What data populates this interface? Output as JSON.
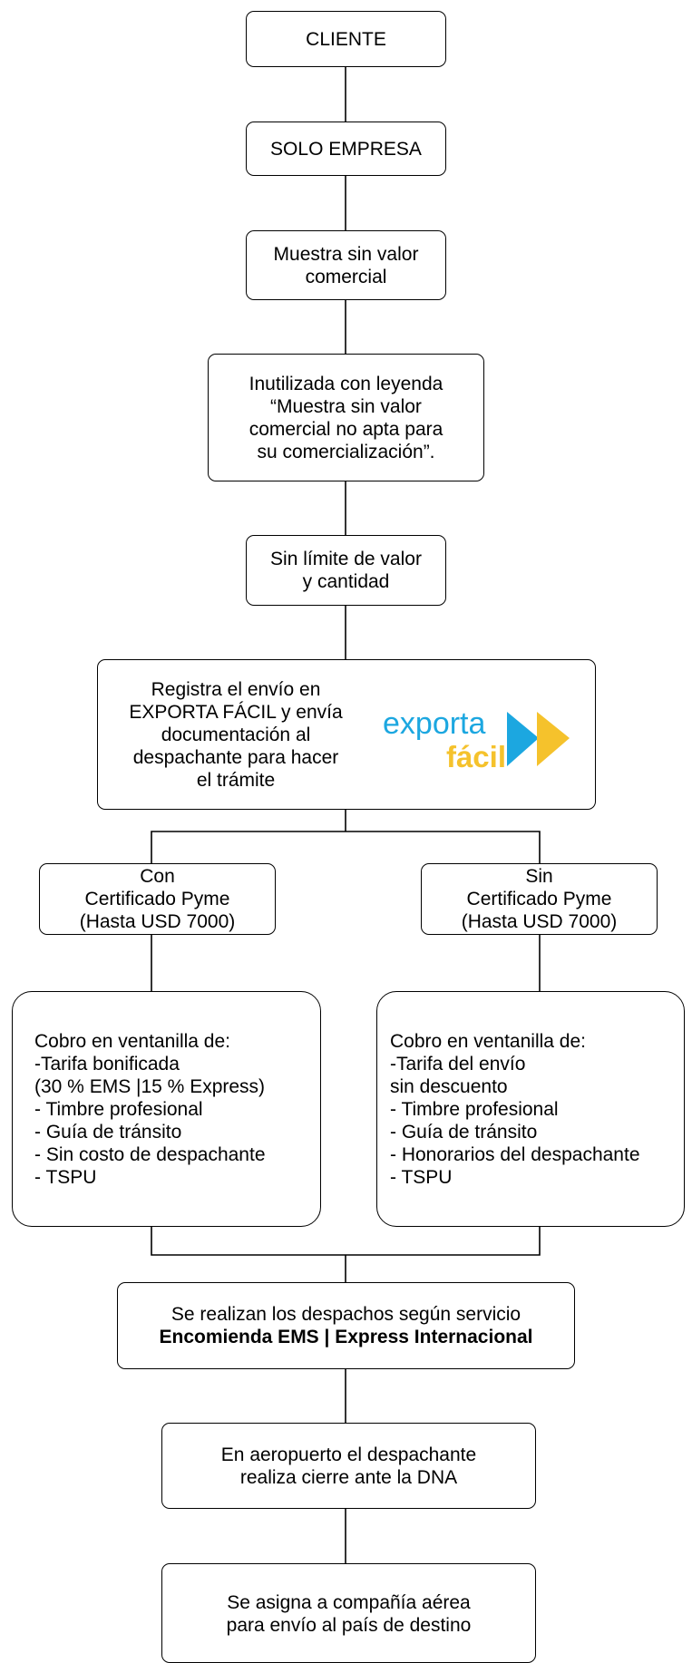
{
  "nodes": {
    "cliente": "CLIENTE",
    "solo_empresa": "SOLO EMPRESA",
    "muestra": "Muestra sin valor\ncomercial",
    "inutilizada": "Inutilizada con leyenda\n“Muestra sin valor\ncomercial no apta para\nsu comercialización”.",
    "sin_limite": "Sin límite de valor\ny cantidad",
    "registra": "Registra el envío en\nEXPORTA FÁCIL y envía\ndocumentación al\ndespachante para hacer\nel trámite",
    "con_cert": "Con\nCertificado Pyme\n(Hasta USD 7000)",
    "sin_cert": "Sin\nCertificado Pyme\n(Hasta USD 7000)",
    "cobro_con": "Cobro en ventanilla de:\n-Tarifa bonificada\n(30 % EMS |15 % Express)\n- Timbre profesional\n- Guía de tránsito\n- Sin costo de despachante\n- TSPU",
    "cobro_sin": "Cobro en ventanilla de:\n-Tarifa del envío\nsin descuento\n- Timbre profesional\n- Guía de tránsito\n- Honorarios del despachante\n- TSPU",
    "despachos_line1": "Se realizan los despachos según servicio",
    "despachos_line2": "Encomienda EMS | Express Internacional",
    "aeropuerto": "En aeropuerto el despachante\nrealiza cierre ante la DNA",
    "compania": "Se asigna a compañía aérea\npara envío al país de destino"
  },
  "logo": {
    "word1": "exporta",
    "word2": "fácil",
    "color_blue": "#1CA7E0",
    "color_yellow": "#F5C22C"
  }
}
